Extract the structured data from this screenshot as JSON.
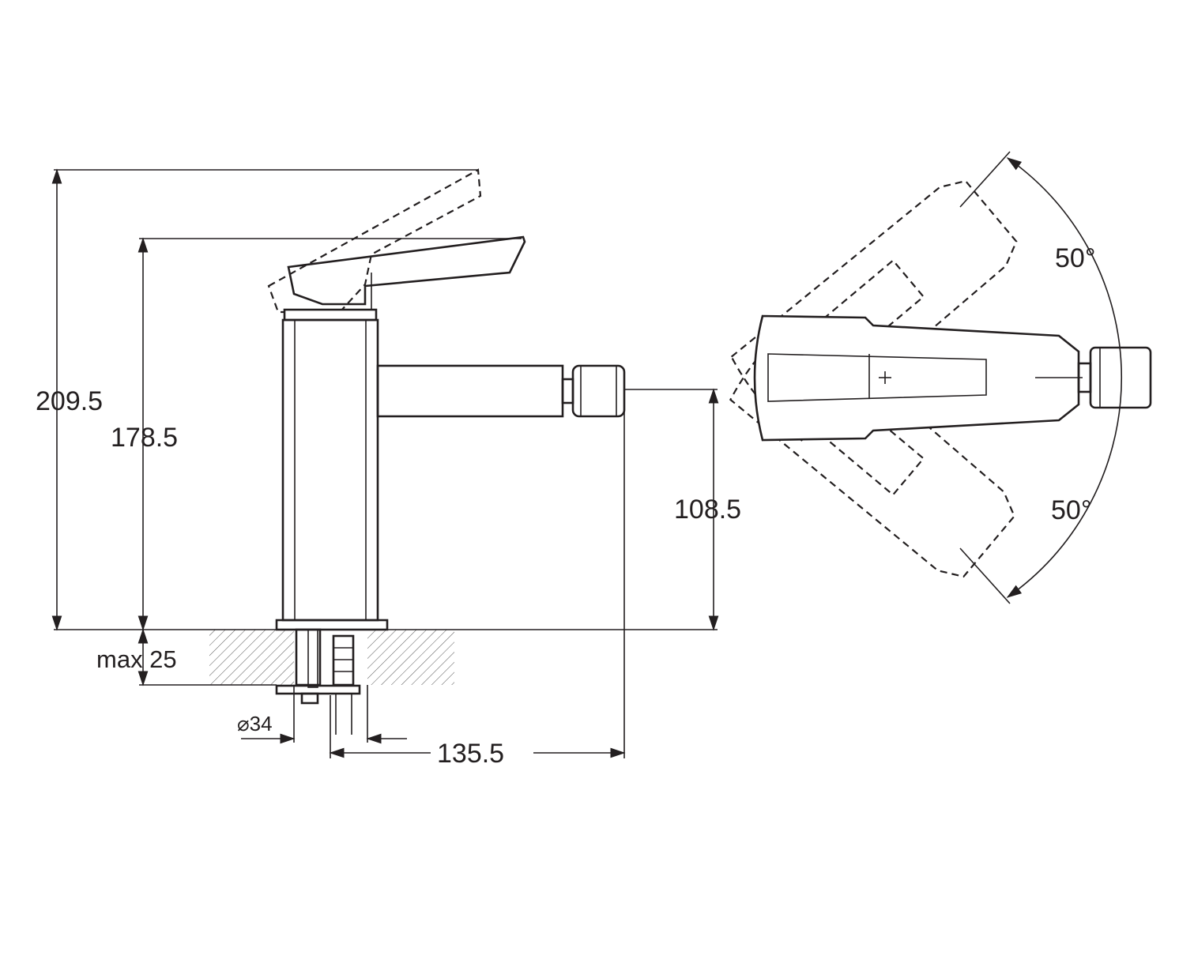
{
  "title": "Bidet mixer technical drawing",
  "dimensions": {
    "total_height": "209.5",
    "handle_height": "178.5",
    "spout_height": "108.5",
    "counter_thickness": "max 25",
    "hole_diameter": "⌀34",
    "spout_reach": "135.5",
    "angle_top": "50°",
    "angle_bottom": "50°"
  },
  "colors": {
    "line": "#231f20",
    "background": "#ffffff"
  }
}
